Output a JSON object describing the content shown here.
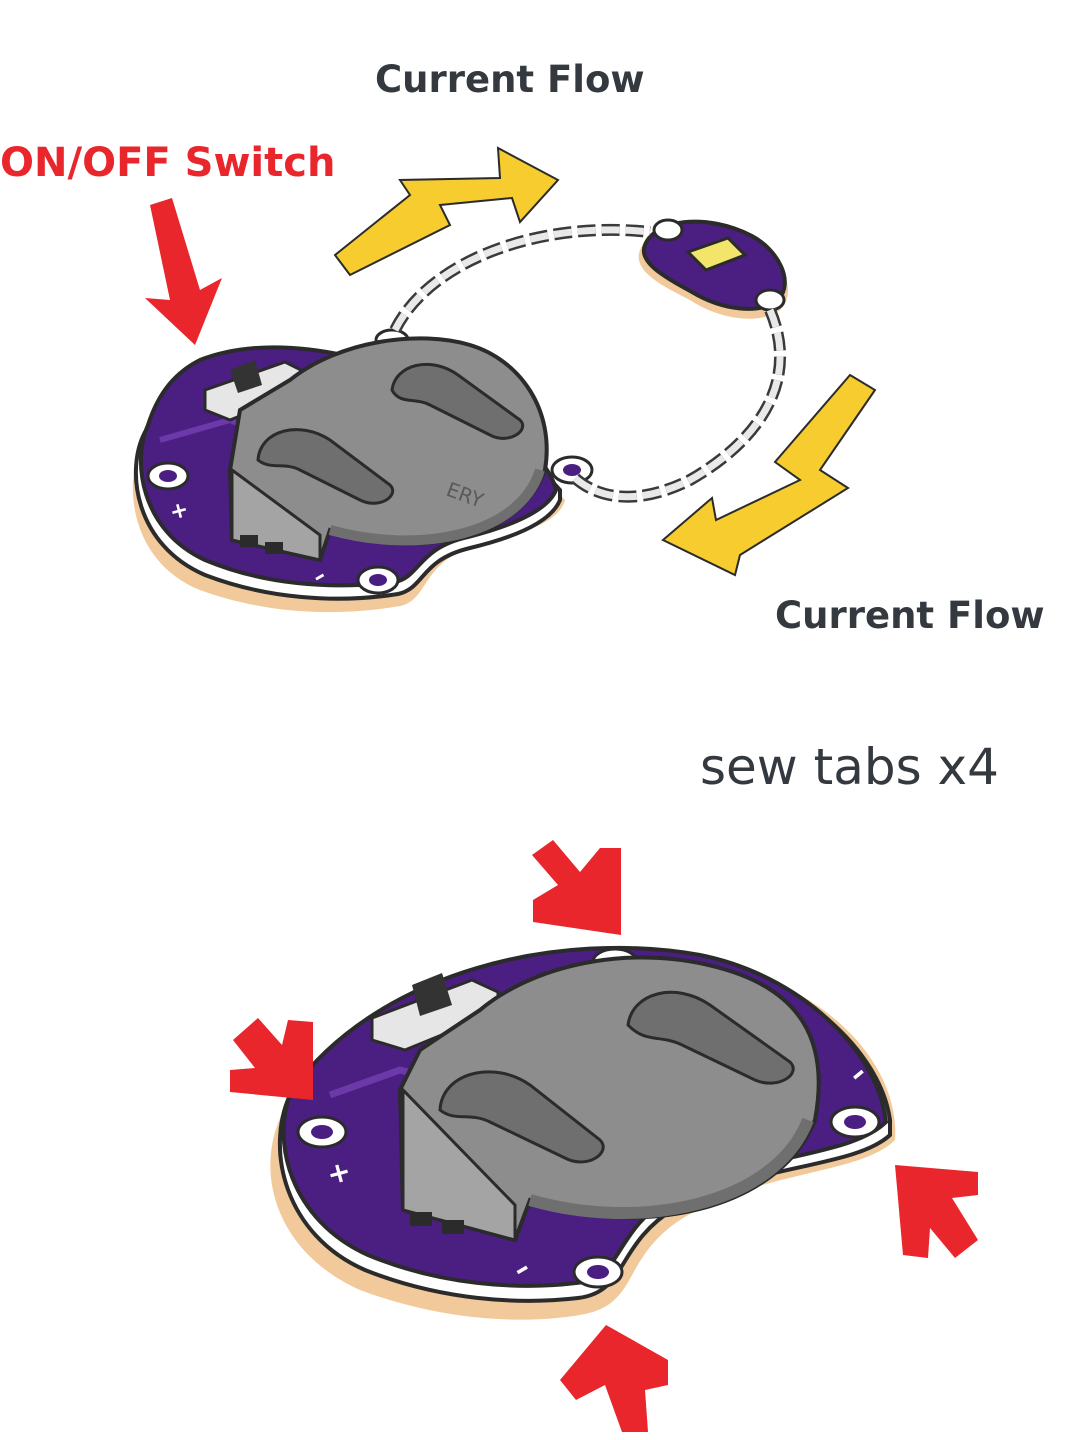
{
  "labels": {
    "current_flow_top": "Current Flow",
    "switch": "ON/OFF Switch",
    "current_flow_bottom": "Current Flow",
    "sew_tabs": "sew tabs x4",
    "battery_mark": "ERY",
    "board_top_plus": "+",
    "board_top_minus_left": "–",
    "board_top_minus_right": "–",
    "board_bottom_plus": "+",
    "board_bottom_minus_left": "–",
    "board_bottom_minus_right": "–"
  },
  "colors": {
    "flow_text": "#33393f",
    "switch_text": "#e8262c",
    "sew_text": "#33393f",
    "arrow_red": "#e8262c",
    "arrow_yellow": "#f6cc2e",
    "board_purple": "#4b1e82",
    "holder_gray": "#8d8d8d",
    "felt": "#f1c99a"
  },
  "icons": [
    "switch-arrow-icon",
    "current-flow-arrow-icon",
    "sew-tab-arrow-icon",
    "conductive-thread-icon"
  ]
}
